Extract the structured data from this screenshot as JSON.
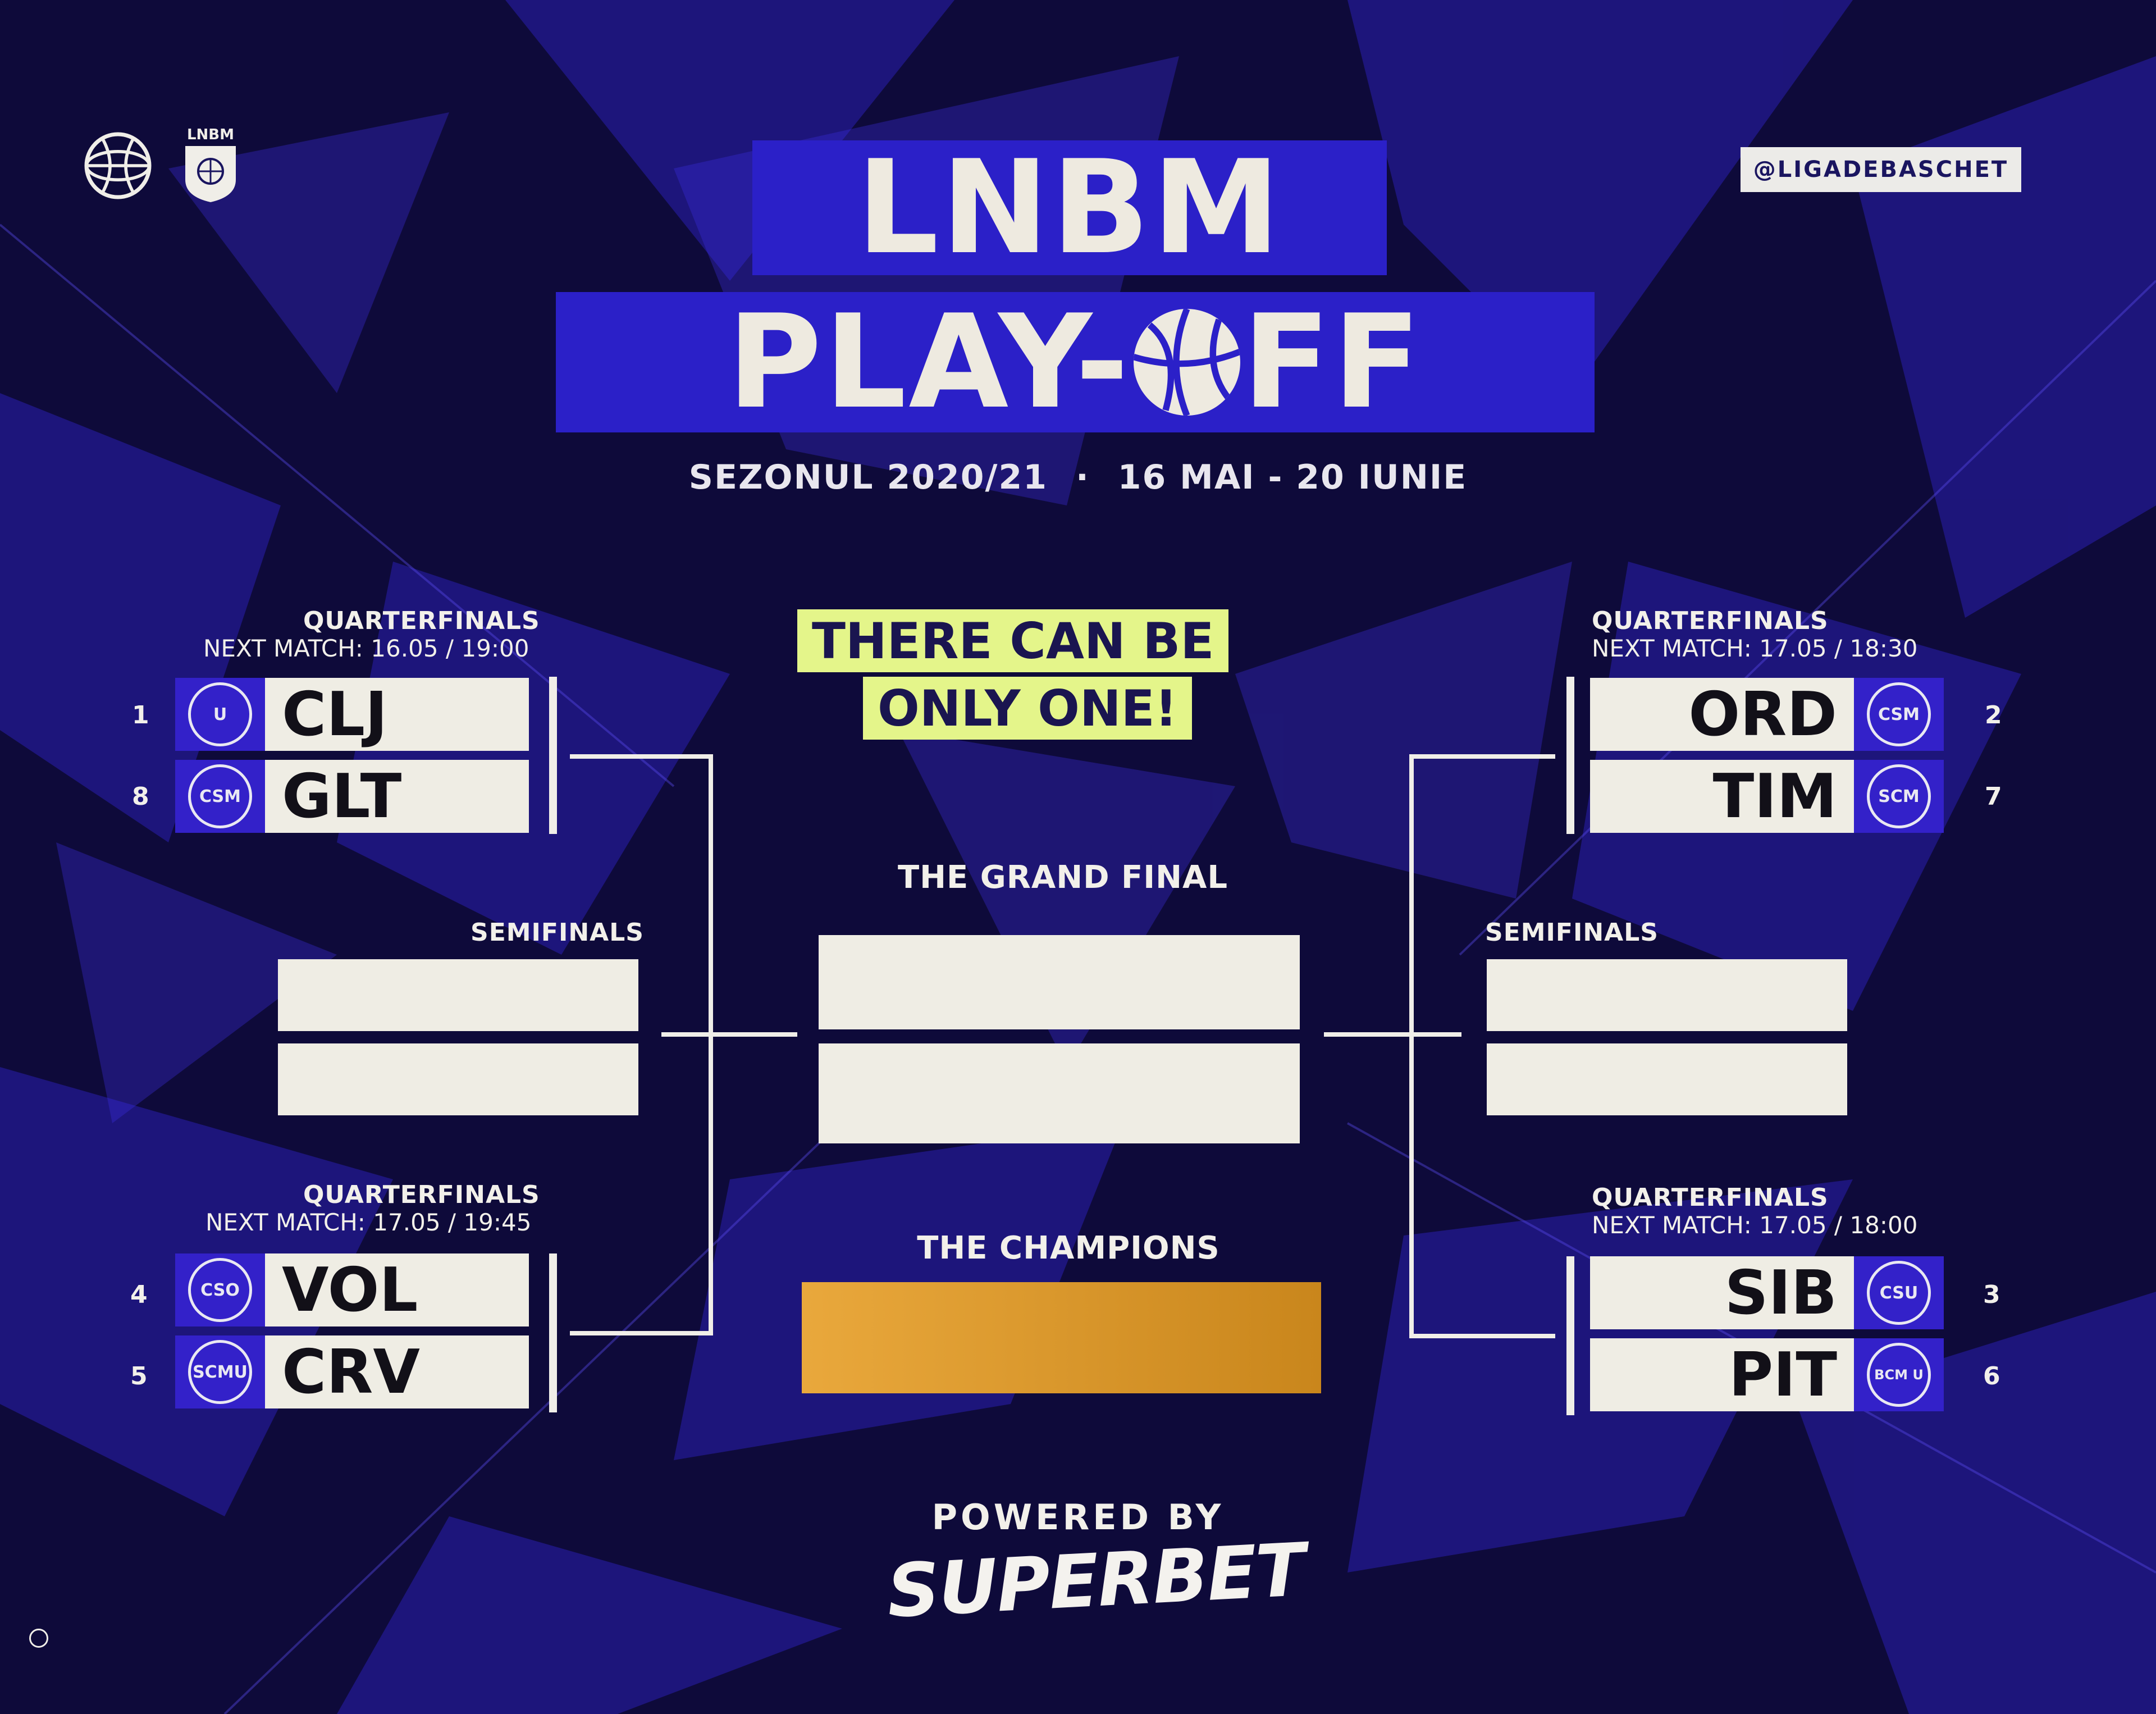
{
  "colors": {
    "background": "#0e0a3a",
    "accent_blue": "#2b20c8",
    "slot_white": "#efede4",
    "slogan_yellow": "#e4f58a",
    "champion_gold": "#d99a2e"
  },
  "header": {
    "logo_left_icon": "basketball-globe-icon",
    "logo_shield_text": "LNBM",
    "title_line1": "LNBM",
    "title_line2_a": "PLAY-",
    "title_line2_b": "FF",
    "season": "SEZONUL 2020/21",
    "separator": "·",
    "dates": "16 MAI - 20 IUNIE",
    "handle": "@LIGADEBASCHET"
  },
  "slogan": {
    "line1": "THERE CAN BE",
    "line2": "ONLY ONE!"
  },
  "bracket": {
    "quarterfinal_label": "QUARTERFINALS",
    "semifinal_label": "SEMIFINALS",
    "final_label": "THE GRAND FINAL",
    "champions_label": "THE CHAMPIONS",
    "qf_top_left": {
      "next_match": "NEXT MATCH: 16.05 / 19:00",
      "teams": [
        {
          "seed": "1",
          "name": "CLJ",
          "logo": "U"
        },
        {
          "seed": "8",
          "name": "GLT",
          "logo": "CSM"
        }
      ]
    },
    "qf_bottom_left": {
      "next_match": "NEXT MATCH: 17.05 / 19:45",
      "teams": [
        {
          "seed": "4",
          "name": "VOL",
          "logo": "CSO"
        },
        {
          "seed": "5",
          "name": "CRV",
          "logo": "SCMU"
        }
      ]
    },
    "qf_top_right": {
      "next_match": "NEXT MATCH: 17.05 / 18:30",
      "teams": [
        {
          "seed": "2",
          "name": "ORD",
          "logo": "CSM"
        },
        {
          "seed": "7",
          "name": "TIM",
          "logo": "SCM"
        }
      ]
    },
    "qf_bottom_right": {
      "next_match": "NEXT MATCH: 17.05 / 18:00",
      "teams": [
        {
          "seed": "3",
          "name": "SIB",
          "logo": "CSU"
        },
        {
          "seed": "6",
          "name": "PIT",
          "logo": "BCM U"
        }
      ]
    }
  },
  "footer": {
    "powered_by": "POWERED BY",
    "sponsor": "SUPERBET"
  }
}
